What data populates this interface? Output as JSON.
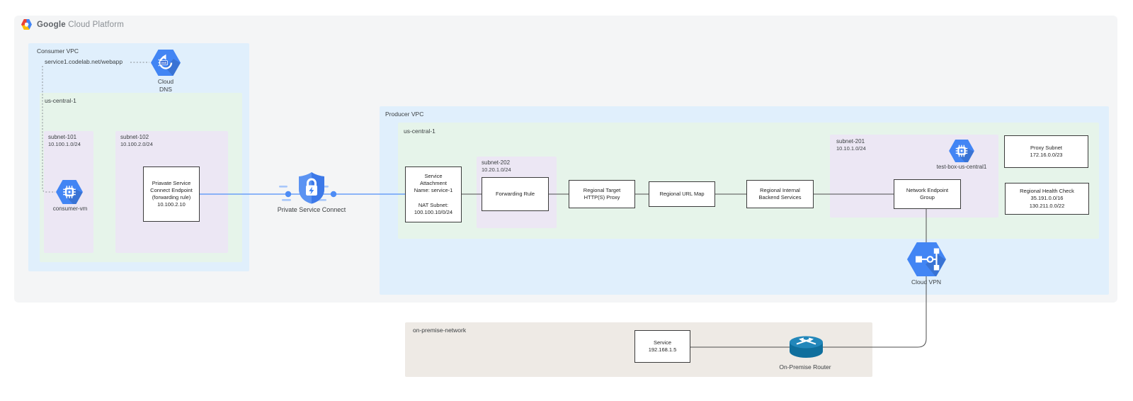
{
  "logo": {
    "google": "Google",
    "suffix": " Cloud Platform"
  },
  "colors": {
    "canvas_gray": "#f4f5f6",
    "vpc_blue": "#e0effc",
    "region_green": "#e6f4ea",
    "subnet_purple": "#ece7f4",
    "onprem_beige": "#eeeae5",
    "icon_blue": "#4285f4",
    "icon_blue_dark": "#3367d6",
    "line_blue": "#6a9ff7",
    "line_dark": "#4d4d4d",
    "router_teal": "#0f6f9d"
  },
  "consumer_vpc": {
    "label": "Consumer VPC",
    "dns_record": "service1.codelab.net/webapp",
    "cloud_dns_label": "Cloud DNS",
    "region": {
      "label": "us-central-1",
      "subnet_101": {
        "name": "subnet-101",
        "cidr": "10.100.1.0/24",
        "vm_label": "consumer-vm"
      },
      "subnet_102": {
        "name": "subnet-102",
        "cidr": "10.100.2.0/24",
        "endpoint_box": "Priavate Service\nConnect Endpoint\n(forwarding rule)\n10.100.2.10"
      }
    }
  },
  "psc": {
    "label": "Private Service Connect"
  },
  "producer_vpc": {
    "label": "Producer VPC",
    "cloud_vpn_label": "Cloud VPN",
    "region": {
      "label": "us-central-1",
      "service_attachment": "Service\nAttachment\nName: service-1\n\nNAT Subnet:\n100.100.10/0/24",
      "subnet_202": {
        "name": "subnet-202",
        "cidr": "10.20.1.0/24",
        "forwarding_rule": "Forwarding Rule"
      },
      "target_proxy": "Regional Target\nHTTP(S) Proxy",
      "url_map": "Regional URL Map",
      "backend_services": "Regional Internal\nBackend Services",
      "subnet_201": {
        "name": "subnet-201",
        "cidr": "10.10.1.0/24",
        "neg": "Network Endpoint\nGroup",
        "vm_label": "test-box-us-central1"
      },
      "proxy_subnet": "Proxy Subnet\n172.16.0.0/23",
      "health_check": "Regional Health Check\n35.191.0.0/16\n130.211.0.0/22"
    }
  },
  "on_premise": {
    "label": "on-premise-network",
    "service_box": "Service\n192.168.1.5",
    "router_label": "On-Premise Router"
  }
}
